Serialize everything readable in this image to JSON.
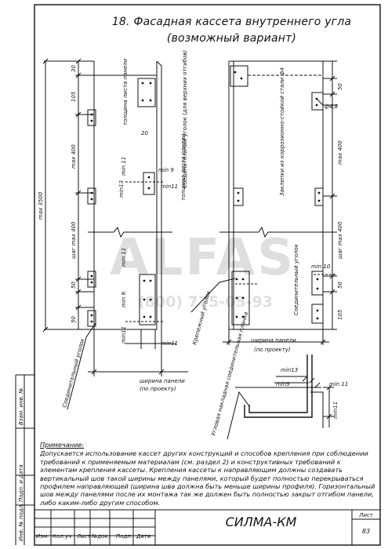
{
  "title": {
    "line1": "18. Фасадная кассета внутреннего угла",
    "line2": "(возможный вариант)"
  },
  "left_view": {
    "dims": [
      "30",
      "105",
      "max 400",
      "шаг max 400",
      "50",
      "50",
      "max 3500"
    ],
    "labels": {
      "panel_thickness": "толщина листа панели",
      "dim20": "20",
      "min9": "min 9",
      "min11a": "min11",
      "min13": "min13",
      "min11b": "min 11",
      "min9b": "min 9.",
      "min11c": "min 11",
      "min11d": "min11",
      "connecting_corner": "Соединительный уголок",
      "panel_width": "ширина панели",
      "by_project": "(по проекту)"
    }
  },
  "right_view": {
    "dims": [
      "50",
      "max 400",
      "шаг max 400",
      "50",
      "105"
    ],
    "labels": {
      "panel_thickness": "толщина листа панели",
      "connecting_top": "Соединительный уголок (для верхних отгибов)",
      "rivet": "Заклепки из коррозионно-стойкой стали ф4",
      "phi48": "ф4,8",
      "min10": "min 10",
      "fastening_corner": "Крепежный уголок",
      "connecting_corner": "Соединительный уголок",
      "panel_width": "ширина панели",
      "by_project": "(по проекту)"
    }
  },
  "detail": {
    "plate": "Угловая накладная соединительная планка",
    "min13": "min13",
    "min9": "min9",
    "min11": "min 11",
    "min11v": "min11"
  },
  "notes": {
    "heading": "Примечание:",
    "text": "Допускается использование кассет других конструкций и способов крепления при соблюдении требований к применяемым материалам (см. раздел 2) и конструктивных требований к элементам крепления кассеты. Крепления кассеты к направляющим должны создавать вертикальный шов такой ширины между панелями, который будет полностью перекрываться профилем направляющей (ширина шва должна быть меньше ширины профиля). Горизонтальный шов между панелями после их монтажа так же должен быть полностью закрыт отгибом панели, либо каким-либо другим способом."
  },
  "watermark": {
    "brand": "ALFAS",
    "phone": "(800) 775-05-93"
  },
  "stamp": {
    "code": "СИЛМА-КМ",
    "sheet_label": "Лист",
    "sheet_number": "83",
    "columns": [
      "Изм.",
      "Кол.уч",
      "Лист",
      "№док.",
      "Подп.",
      "Дата"
    ]
  },
  "side_stamp": [
    "Инв. № подл.",
    "Подп. и дата",
    "Взам. инв. №"
  ]
}
